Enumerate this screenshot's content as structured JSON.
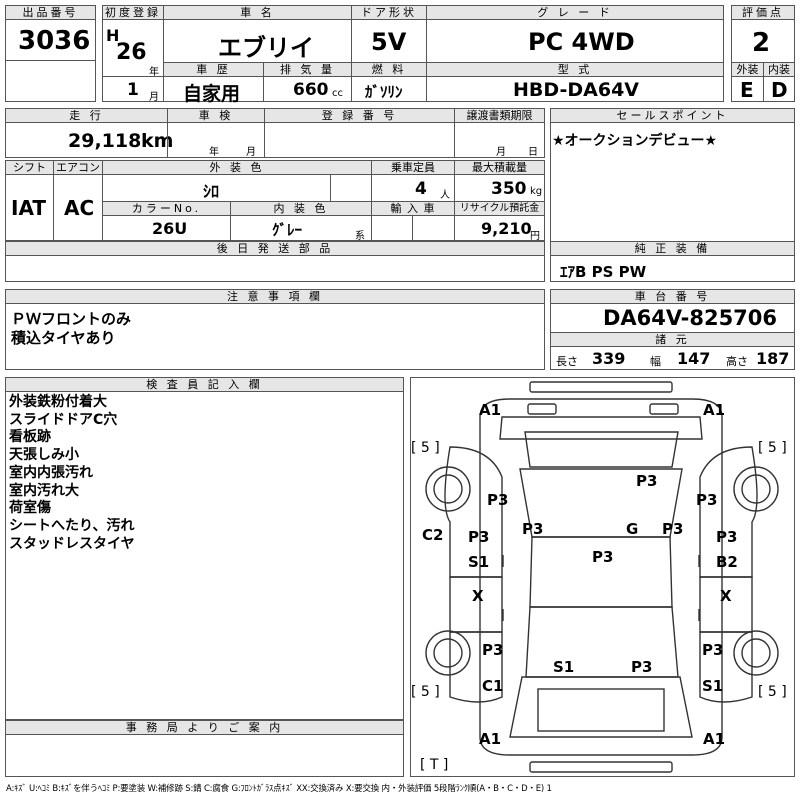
{
  "header": {
    "lot_label": "出品番号",
    "lot_no": "3036",
    "first_reg_label": "初度登録",
    "era": "H",
    "year": "26",
    "year_unit": "年",
    "month": "1",
    "month_unit": "月",
    "car_name_label": "車 名",
    "car_name": "エブリイ",
    "door_label": "ドア形状",
    "door": "5V",
    "grade_label": "グ レ ー ド",
    "grade": "PC 4WD",
    "score_label": "評価点",
    "score": "2",
    "history_label": "車 歴",
    "history": "自家用",
    "displacement_label": "排 気 量",
    "displacement": "660",
    "displacement_unit": "cc",
    "fuel_label": "燃 料",
    "fuel": "ｶﾞｿﾘﾝ",
    "model_label": "型 式",
    "model": "HBD-DA64V",
    "exterior_grade_label": "外装",
    "exterior_grade": "E",
    "interior_grade_label": "内装",
    "interior_grade": "D"
  },
  "specs": {
    "mileage_label": "走 行",
    "mileage": "29,118",
    "mileage_unit": "km",
    "inspection_label": "車 検",
    "insp_year_unit": "年",
    "insp_month_unit": "月",
    "reg_no_label": "登 録 番 号",
    "transfer_label": "譲渡書類期限",
    "transfer_month_unit": "月",
    "transfer_day_unit": "日",
    "shift_label": "シフト",
    "shift": "IAT",
    "ac_label": "エアコン",
    "ac": "AC",
    "color_label": "外 装 色",
    "color": "ｼﾛ",
    "capacity_label": "乗車定員",
    "capacity": "4",
    "capacity_unit": "人",
    "load_label": "最大積載量",
    "load": "350",
    "load_unit": "kg",
    "color_no_label": "カラーNo.",
    "color_no": "26U",
    "interior_color_label": "内 装 色",
    "interior_color": "ｸﾞﾚｰ",
    "interior_color_unit": "系",
    "import_label": "輸 入 車",
    "recycle_label": "リサイクル預託金",
    "recycle": "9,210",
    "recycle_unit": "円",
    "later_parts_label": "後 日 発 送 部 品"
  },
  "sales": {
    "label": "セールスポイント",
    "text": "★オークションデビュー★"
  },
  "equipment": {
    "label": "純 正 装 備",
    "text": "ｴｱB PS PW"
  },
  "notes": {
    "label": "注 意 事 項 欄",
    "lines": [
      "ＰＷフロントのみ",
      "積込タイヤあり"
    ]
  },
  "chassis": {
    "label": "車 台 番 号",
    "number": "DA64V-825706",
    "dims_label": "諸 元",
    "length_label": "長さ",
    "length": "339",
    "width_label": "幅",
    "width": "147",
    "height_label": "高さ",
    "height": "187"
  },
  "inspector": {
    "label": "検 査 員 記 入 欄",
    "lines": [
      "外装鉄粉付着大",
      "スライドドアC穴",
      "看板跡",
      "天張しみ小",
      "室内内張汚れ",
      "室内汚れ大",
      "荷室傷",
      "シートへたり、汚れ",
      "スタッドレスタイヤ"
    ]
  },
  "office": {
    "label": "事 務 局 よ り ご 案 内"
  },
  "diagram": {
    "tire_tl": "[ 5 ]",
    "tire_tr": "[ 5 ]",
    "tire_bl": "[ 5 ]",
    "tire_br": "[ 5 ]",
    "spare": "[ T ]",
    "marks": {
      "a1_tl": "A1",
      "a1_tr": "A1",
      "a1_bl": "A1",
      "a1_br": "A1",
      "p3_front_l": "P3",
      "p3_front_r": "P3",
      "p3_hood": "P3",
      "g_glass": "G",
      "p3_pillar_l": "P3",
      "p3_pillar_r": "P3",
      "c2": "C2",
      "p3_door_l": "P3",
      "s1_door_l": "S1",
      "p3_roof": "P3",
      "p3_door_r": "P3",
      "b2_door_r": "B2",
      "x_left": "X",
      "x_right": "X",
      "p3_rear_l": "P3",
      "p3_rear_r": "P3",
      "s1_rear_l": "S1",
      "p3_rear_c": "P3",
      "c1": "C1",
      "s1_rear_r": "S1"
    }
  },
  "legend": "A:ｷｽﾞ U:ﾍｺﾐ B:ｷｽﾞを伴うﾍｺﾐ P:要塗装 W:補修跡 S:錆 C:腐食 G:ﾌﾛﾝﾄｶﾞﾗｽ点ｷｽﾞ XX:交換済み X:要交換 内・外装評価 5段階ﾗﾝｸ順(A・B・C・D・E) 1"
}
